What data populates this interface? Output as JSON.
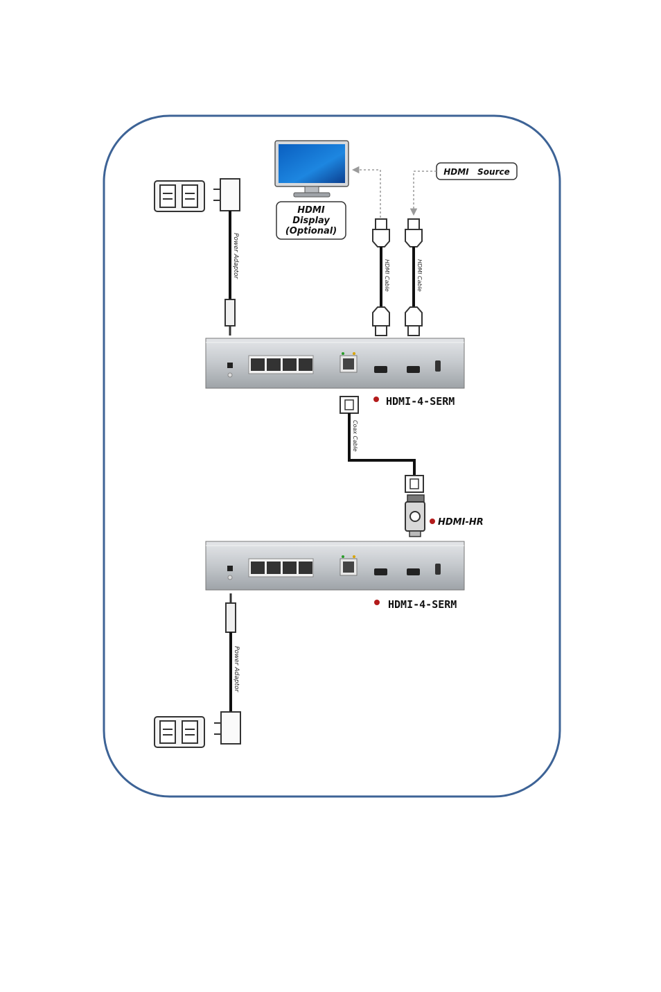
{
  "labels": {
    "hdmi_source": "HDMI   Source",
    "display_line1": "HDMI",
    "display_line2": "Display",
    "display_line3": "(Optional)",
    "power_adapter_top": "Power Adaptor",
    "power_adapter_bottom": "Power Adaptor",
    "hdmi_cable_left": "HDMI Cable",
    "hdmi_cable_right": "HDMI Cable",
    "coax_cable": "Coax Cable",
    "device_top": "HDMI-4-SERM",
    "device_bottom": "HDMI-4-SERM",
    "receiver": "HDMI-HR"
  },
  "colors": {
    "frame": "#3d6396",
    "device_body": "#c9ccd0",
    "marker": "#b31b1b",
    "cable": "#111111"
  }
}
